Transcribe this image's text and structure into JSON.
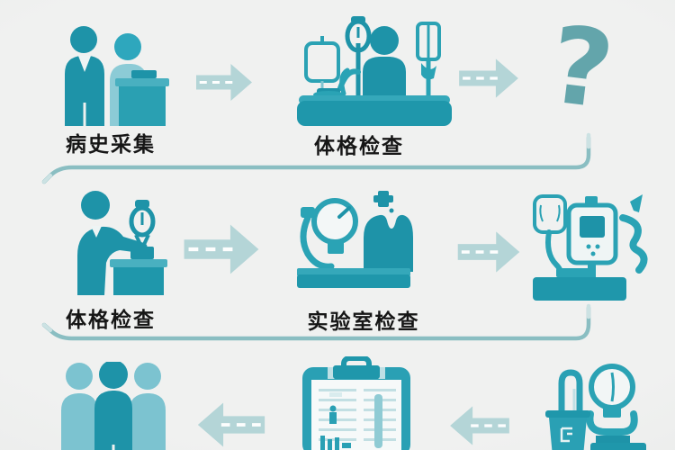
{
  "flow": {
    "description_icons": [
      "patient-interview-icon",
      "examination-table-icon",
      "question-mark",
      "doctor-at-desk-icon",
      "blood-pressure-torso-icon",
      "monitoring-device-icon",
      "three-people-icon",
      "report-clipboard-icon",
      "lab-apparatus-icon"
    ],
    "rows": [
      {
        "name": "row-1",
        "direction": "left-to-right",
        "steps": [
          {
            "icon": "patient-interview-icon",
            "label": "病史采集"
          },
          {
            "icon": "examination-table-icon",
            "label": "体格检查"
          },
          {
            "icon": "question-mark",
            "glyph": "?"
          }
        ]
      },
      {
        "name": "row-2",
        "direction": "left-to-right",
        "steps": [
          {
            "icon": "doctor-at-desk-icon",
            "label": "体格检查"
          },
          {
            "icon": "blood-pressure-torso-icon",
            "label": "实验室检查"
          },
          {
            "icon": "monitoring-device-icon",
            "label": ""
          }
        ]
      },
      {
        "name": "row-3",
        "direction": "right-to-left",
        "steps": [
          {
            "icon": "three-people-icon",
            "label": ""
          },
          {
            "icon": "report-clipboard-icon",
            "label": ""
          },
          {
            "icon": "lab-apparatus-icon",
            "label": ""
          }
        ]
      }
    ]
  },
  "colors": {
    "background": "#ecedec",
    "teal_dark": "#1e93a8",
    "teal_mid": "#2aa3b5",
    "teal_light": "#7fc5d2",
    "teal_pale": "#a9d6dd",
    "arrow_fill": "#b4d5d7",
    "connector_line": "#8abec2",
    "question_mark": "#63a5ab",
    "label_text": "#161616"
  }
}
